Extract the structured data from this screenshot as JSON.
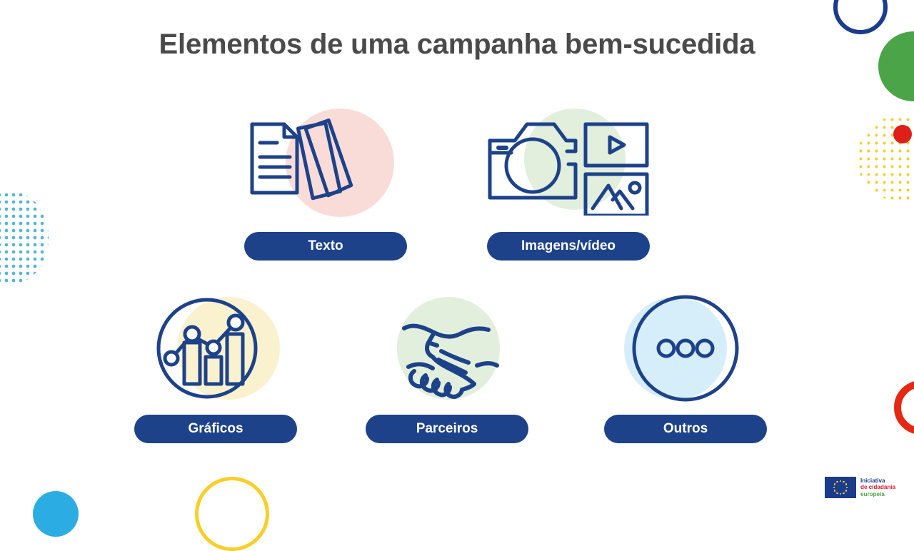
{
  "slide": {
    "title": "Elementos de uma campanha bem-sucedida",
    "background_color": "#FFFFFF",
    "title_color": "#4A4A4A",
    "pill_color": "#1D4289",
    "pill_text_color": "#FFFFFF",
    "icon_stroke_color": "#1D4289"
  },
  "cards": [
    {
      "id": "texto",
      "label": "Texto",
      "icon": "documents-icon",
      "blob_color": "#F9DCD8",
      "blob_name": "pink-blob"
    },
    {
      "id": "imagens-video",
      "label": "Imagens/vídeo",
      "icon": "camera-media-icon",
      "blob_color": "#E2EFDC",
      "blob_name": "green-blob"
    },
    {
      "id": "graficos",
      "label": "Gráficos",
      "icon": "bar-line-chart-icon",
      "blob_color": "#FAF2CE",
      "blob_name": "yellow-blob"
    },
    {
      "id": "parceiros",
      "label": "Parceiros",
      "icon": "handshake-icon",
      "blob_color": "#E2EFDC",
      "blob_name": "green-blob"
    },
    {
      "id": "outros",
      "label": "Outros",
      "icon": "ellipsis-circle-icon",
      "blob_color": "#D6EEF9",
      "blob_name": "light-blue-blob"
    }
  ],
  "logo": {
    "line1": "Iniciativa",
    "line2": "de cidadania",
    "line3": "europeia",
    "line1_color": "#1B3C8C",
    "line2_color": "#D0202F",
    "line3_color": "#4CA449",
    "flag_color": "#1B3C8C",
    "star_color": "#F9CE28"
  },
  "decorations": [
    {
      "name": "blue-ring",
      "color": "#1B3C8C"
    },
    {
      "name": "green-circle",
      "color": "#4CA449"
    },
    {
      "name": "yellow-dot-grid",
      "color": "#F9CE28"
    },
    {
      "name": "red-dot",
      "color": "#DF2018"
    },
    {
      "name": "red-ring",
      "color": "#E52713"
    },
    {
      "name": "cyan-dot-grid",
      "color": "#4FB4DE"
    },
    {
      "name": "cyan-circle",
      "color": "#2BACE2"
    },
    {
      "name": "yellow-ring",
      "color": "#F9CE28"
    }
  ]
}
